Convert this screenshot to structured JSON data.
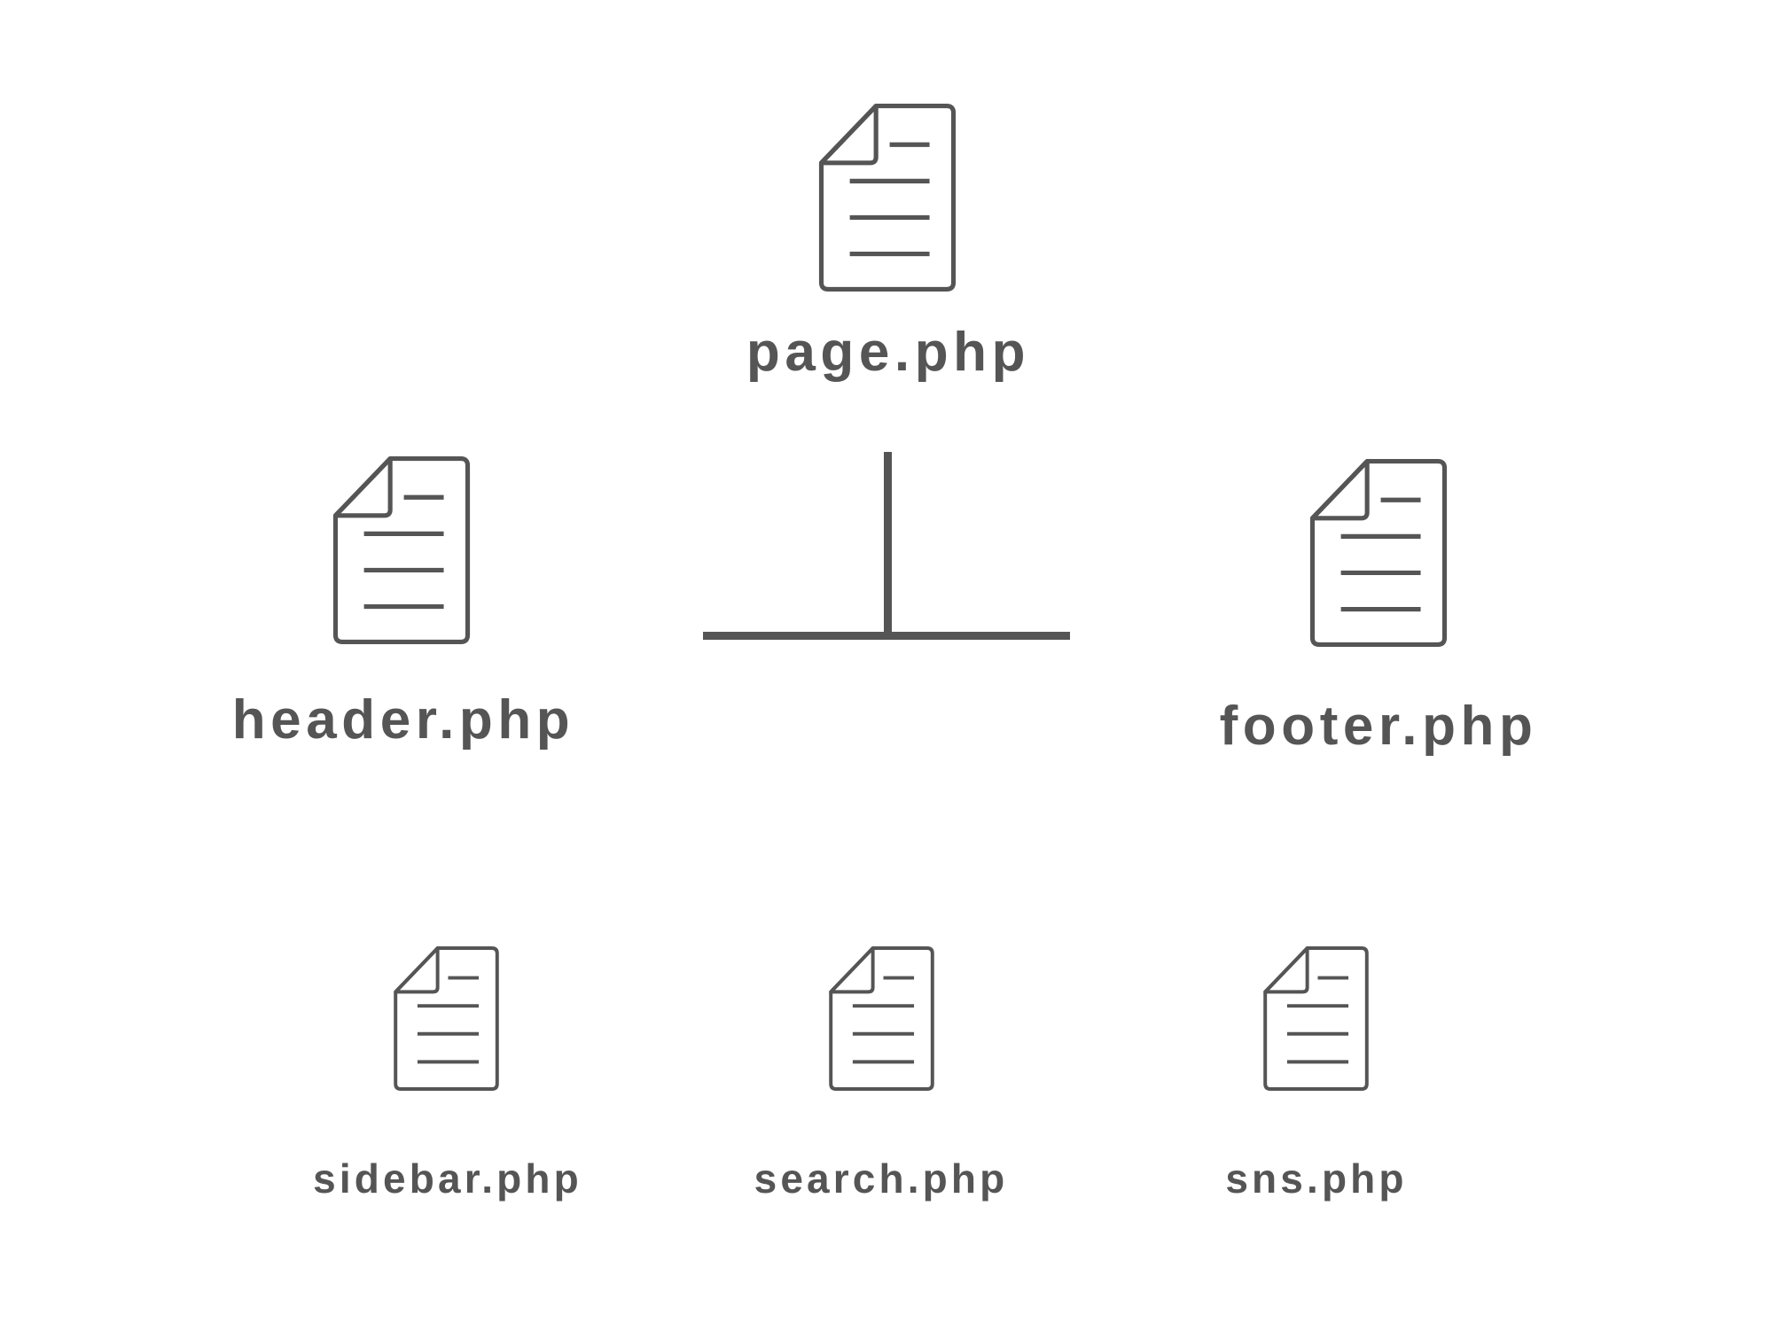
{
  "colors": {
    "stroke": "#555555",
    "background": "#ffffff"
  },
  "files": {
    "page": {
      "label": "page.php",
      "icon": "document-icon"
    },
    "header": {
      "label": "header.php",
      "icon": "document-icon"
    },
    "footer": {
      "label": "footer.php",
      "icon": "document-icon"
    },
    "sidebar": {
      "label": "sidebar.php",
      "icon": "document-icon"
    },
    "search": {
      "label": "search.php",
      "icon": "document-icon"
    },
    "sns": {
      "label": "sns.php",
      "icon": "document-icon"
    }
  }
}
